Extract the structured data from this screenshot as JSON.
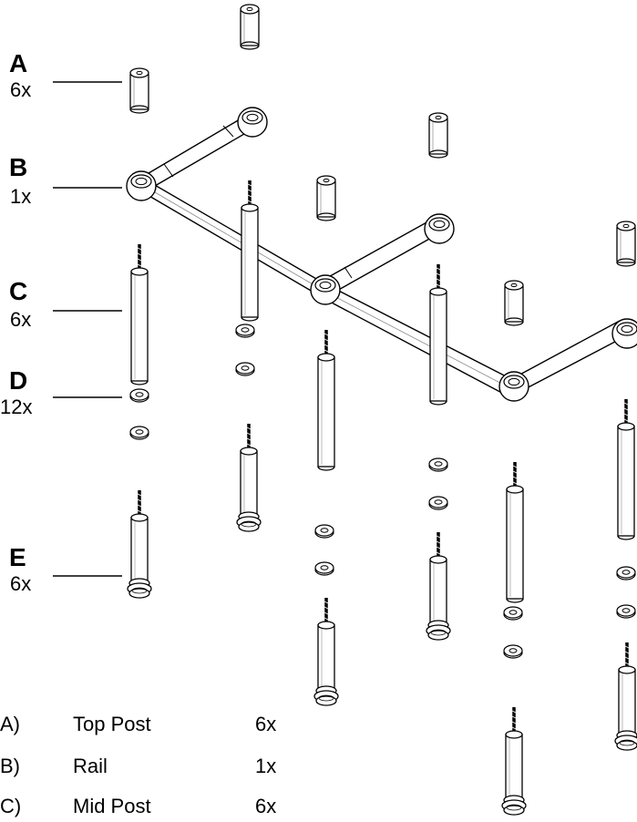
{
  "callouts": [
    {
      "letter": "A",
      "qty": "6x"
    },
    {
      "letter": "B",
      "qty": "1x"
    },
    {
      "letter": "C",
      "qty": "6x"
    },
    {
      "letter": "D",
      "qty": "12x"
    },
    {
      "letter": "E",
      "qty": "6x"
    }
  ],
  "parts_list": [
    {
      "letter": "A)",
      "name": "Top Post",
      "qty": "6x"
    },
    {
      "letter": "B)",
      "name": "Rail",
      "qty": "1x"
    },
    {
      "letter": "C)",
      "name": "Mid Post",
      "qty": "6x"
    }
  ]
}
